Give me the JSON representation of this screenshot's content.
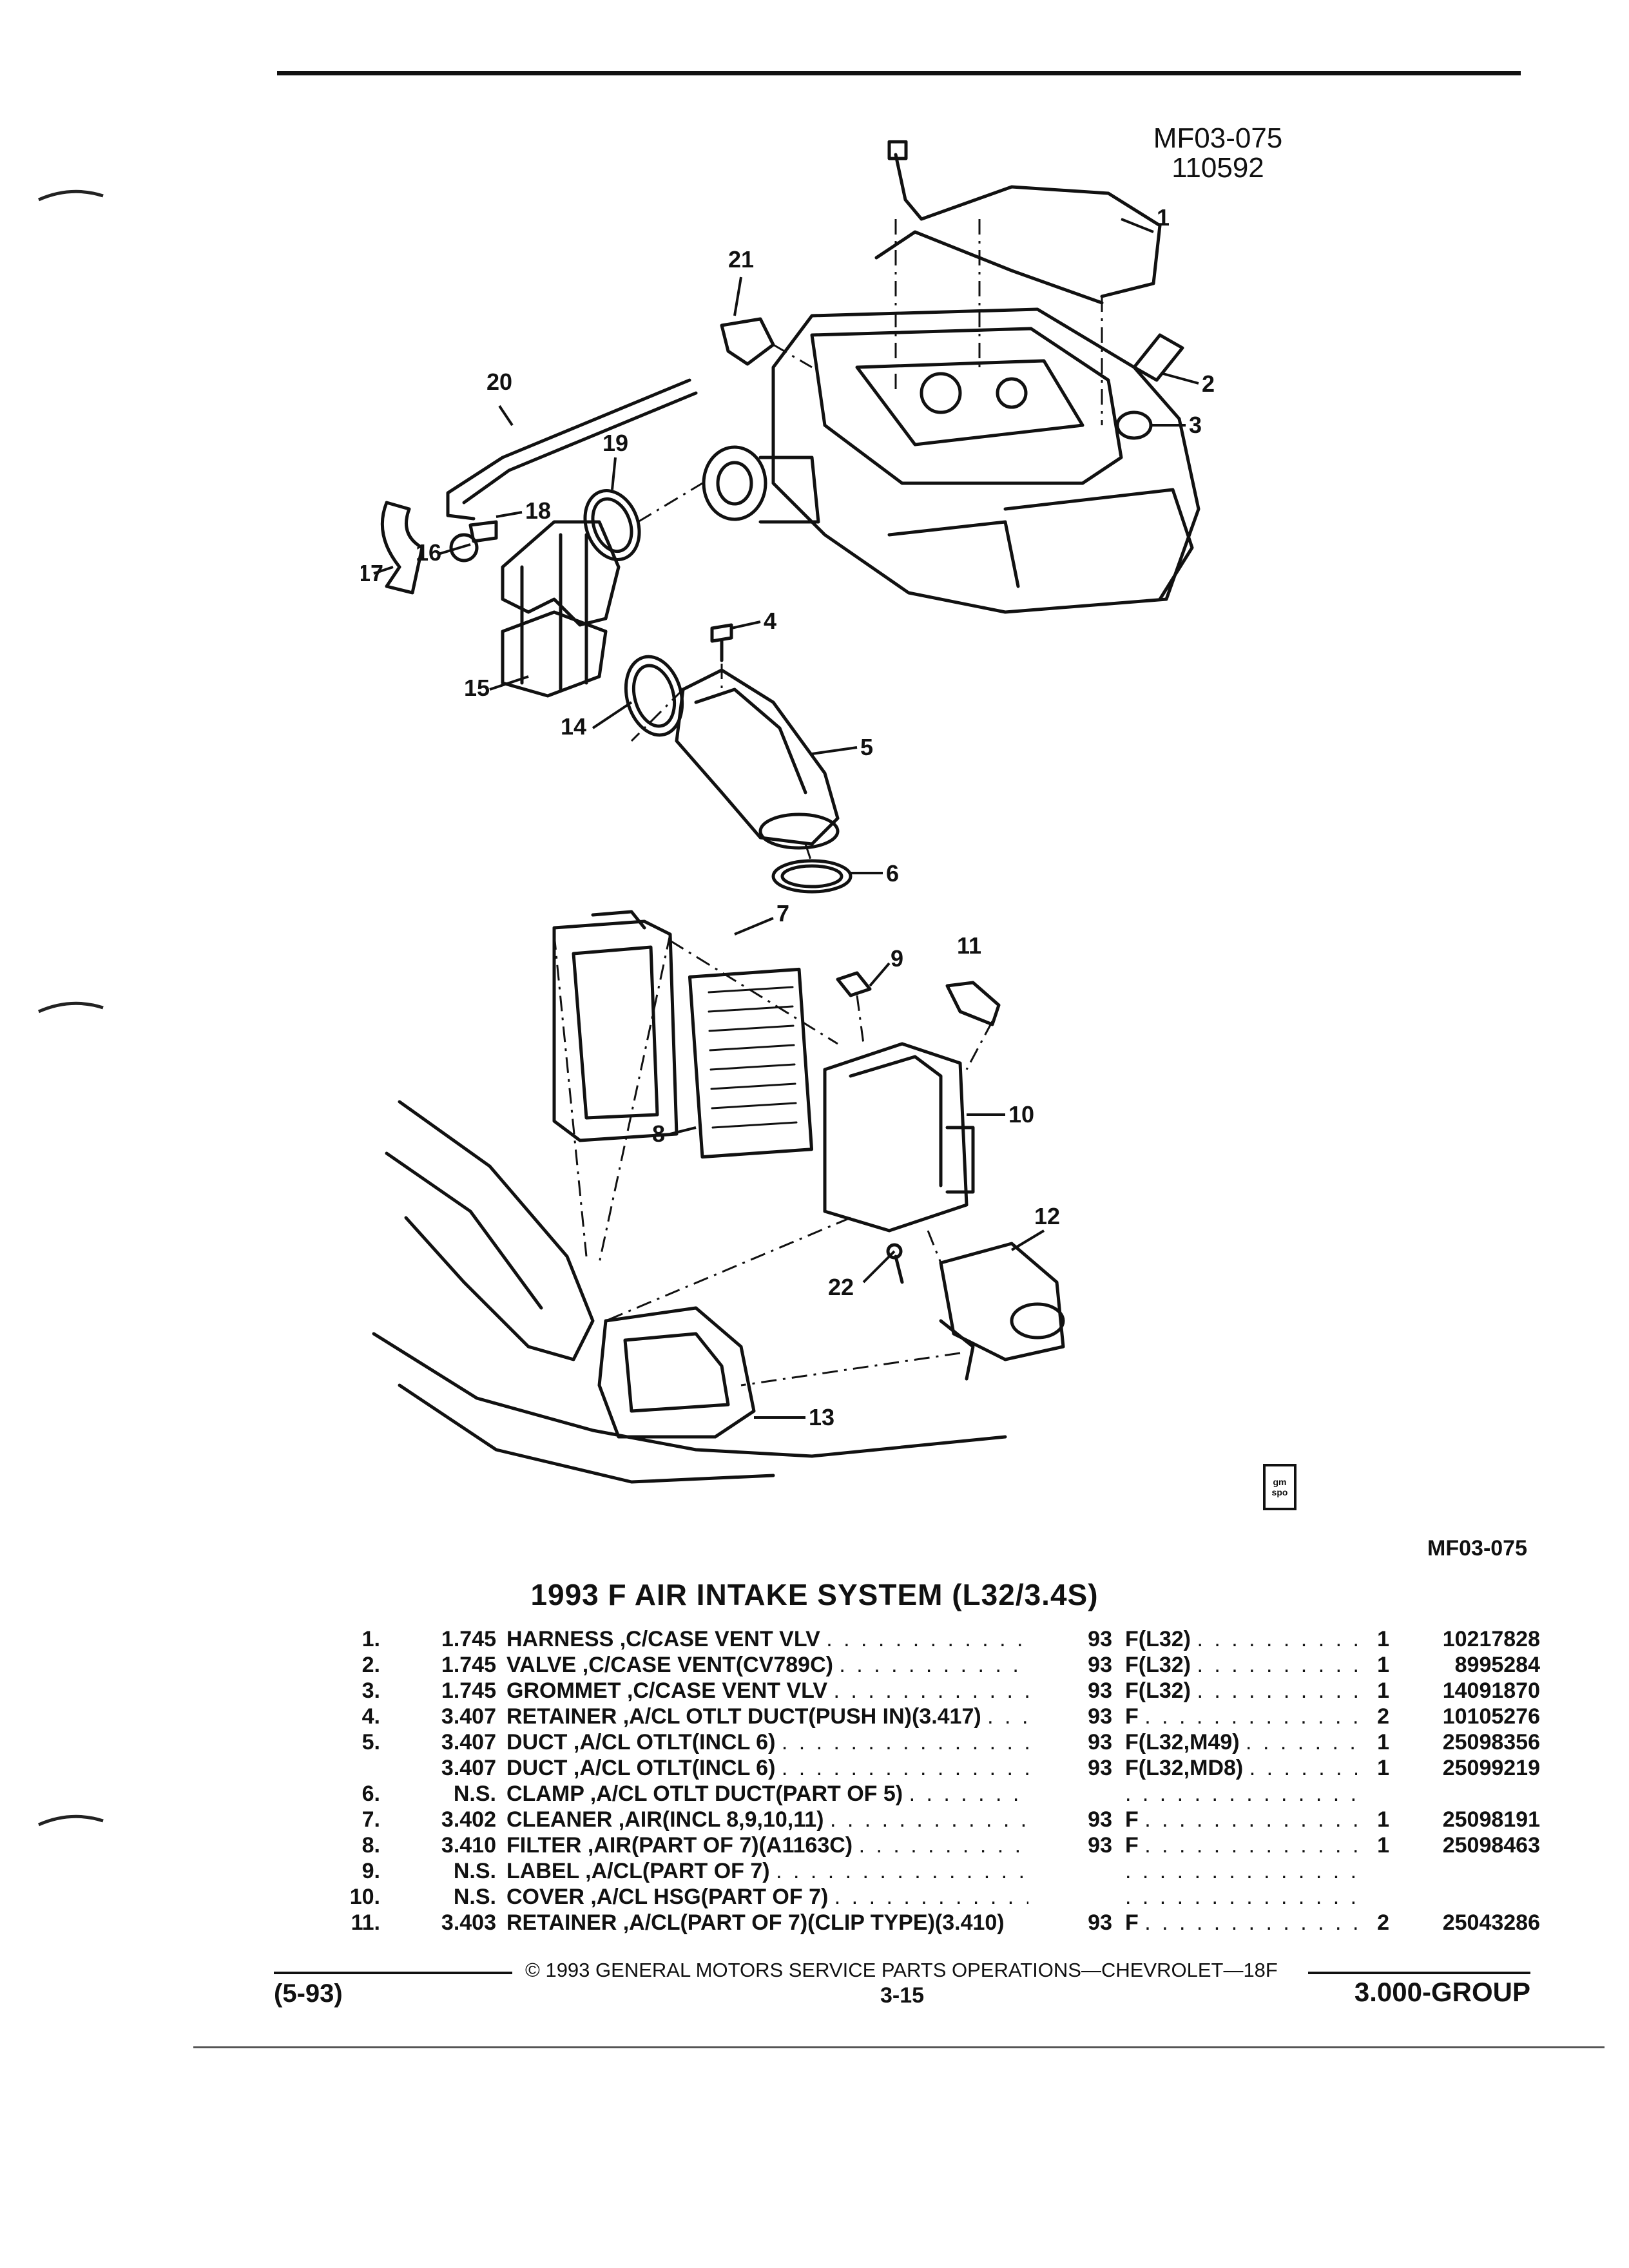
{
  "header": {
    "figure_code": "MF03-075",
    "figure_number": "110592"
  },
  "diagram": {
    "callouts": [
      "1",
      "2",
      "3",
      "4",
      "5",
      "6",
      "7",
      "8",
      "9",
      "10",
      "11",
      "12",
      "13",
      "14",
      "15",
      "16",
      "17",
      "18",
      "19",
      "20",
      "21",
      "22"
    ],
    "logo_text": "gm spo",
    "figure_code_bottom": "MF03-075"
  },
  "section": {
    "title": "1993 F AIR INTAKE SYSTEM (L32/3.4S)"
  },
  "parts": [
    {
      "item": "1.",
      "group": "1.745",
      "description": "HARNESS ,C/CASE VENT VLV",
      "year": "93",
      "application": "F(L32)",
      "qty": "1",
      "part_number": "10217828"
    },
    {
      "item": "2.",
      "group": "1.745",
      "description": "VALVE ,C/CASE VENT(CV789C)",
      "year": "93",
      "application": "F(L32)",
      "qty": "1",
      "part_number": "8995284"
    },
    {
      "item": "3.",
      "group": "1.745",
      "description": "GROMMET ,C/CASE VENT VLV",
      "year": "93",
      "application": "F(L32)",
      "qty": "1",
      "part_number": "14091870"
    },
    {
      "item": "4.",
      "group": "3.407",
      "description": "RETAINER ,A/CL OTLT DUCT(PUSH IN)(3.417)",
      "year": "93",
      "application": "F",
      "qty": "2",
      "part_number": "10105276"
    },
    {
      "item": "5.",
      "group": "3.407",
      "description": "DUCT ,A/CL OTLT(INCL 6)",
      "year": "93",
      "application": "F(L32,M49)",
      "qty": "1",
      "part_number": "25098356"
    },
    {
      "item": "",
      "group": "3.407",
      "description": "DUCT ,A/CL OTLT(INCL 6)",
      "year": "93",
      "application": "F(L32,MD8)",
      "qty": "1",
      "part_number": "25099219"
    },
    {
      "item": "6.",
      "group": "N.S.",
      "description": "CLAMP ,A/CL OTLT DUCT(PART OF 5)",
      "year": "",
      "application": "",
      "qty": "",
      "part_number": ""
    },
    {
      "item": "7.",
      "group": "3.402",
      "description": "CLEANER ,AIR(INCL 8,9,10,11)",
      "year": "93",
      "application": "F",
      "qty": "1",
      "part_number": "25098191"
    },
    {
      "item": "8.",
      "group": "3.410",
      "description": "FILTER ,AIR(PART OF 7)(A1163C)",
      "year": "93",
      "application": "F",
      "qty": "1",
      "part_number": "25098463"
    },
    {
      "item": "9.",
      "group": "N.S.",
      "description": "LABEL ,A/CL(PART OF 7)",
      "year": "",
      "application": "",
      "qty": "",
      "part_number": ""
    },
    {
      "item": "10.",
      "group": "N.S.",
      "description": "COVER ,A/CL HSG(PART OF 7)",
      "year": "",
      "application": "",
      "qty": "",
      "part_number": ""
    },
    {
      "item": "11.",
      "group": "3.403",
      "description": "RETAINER ,A/CL(PART OF 7)(CLIP TYPE)(3.410)",
      "year": "93",
      "application": "F",
      "qty": "2",
      "part_number": "25043286"
    }
  ],
  "footer": {
    "copyright": "© 1993 GENERAL MOTORS SERVICE PARTS OPERATIONS—CHEVROLET—18F",
    "date_code": "(5-93)",
    "page": "3-15",
    "group": "3.000-GROUP"
  }
}
